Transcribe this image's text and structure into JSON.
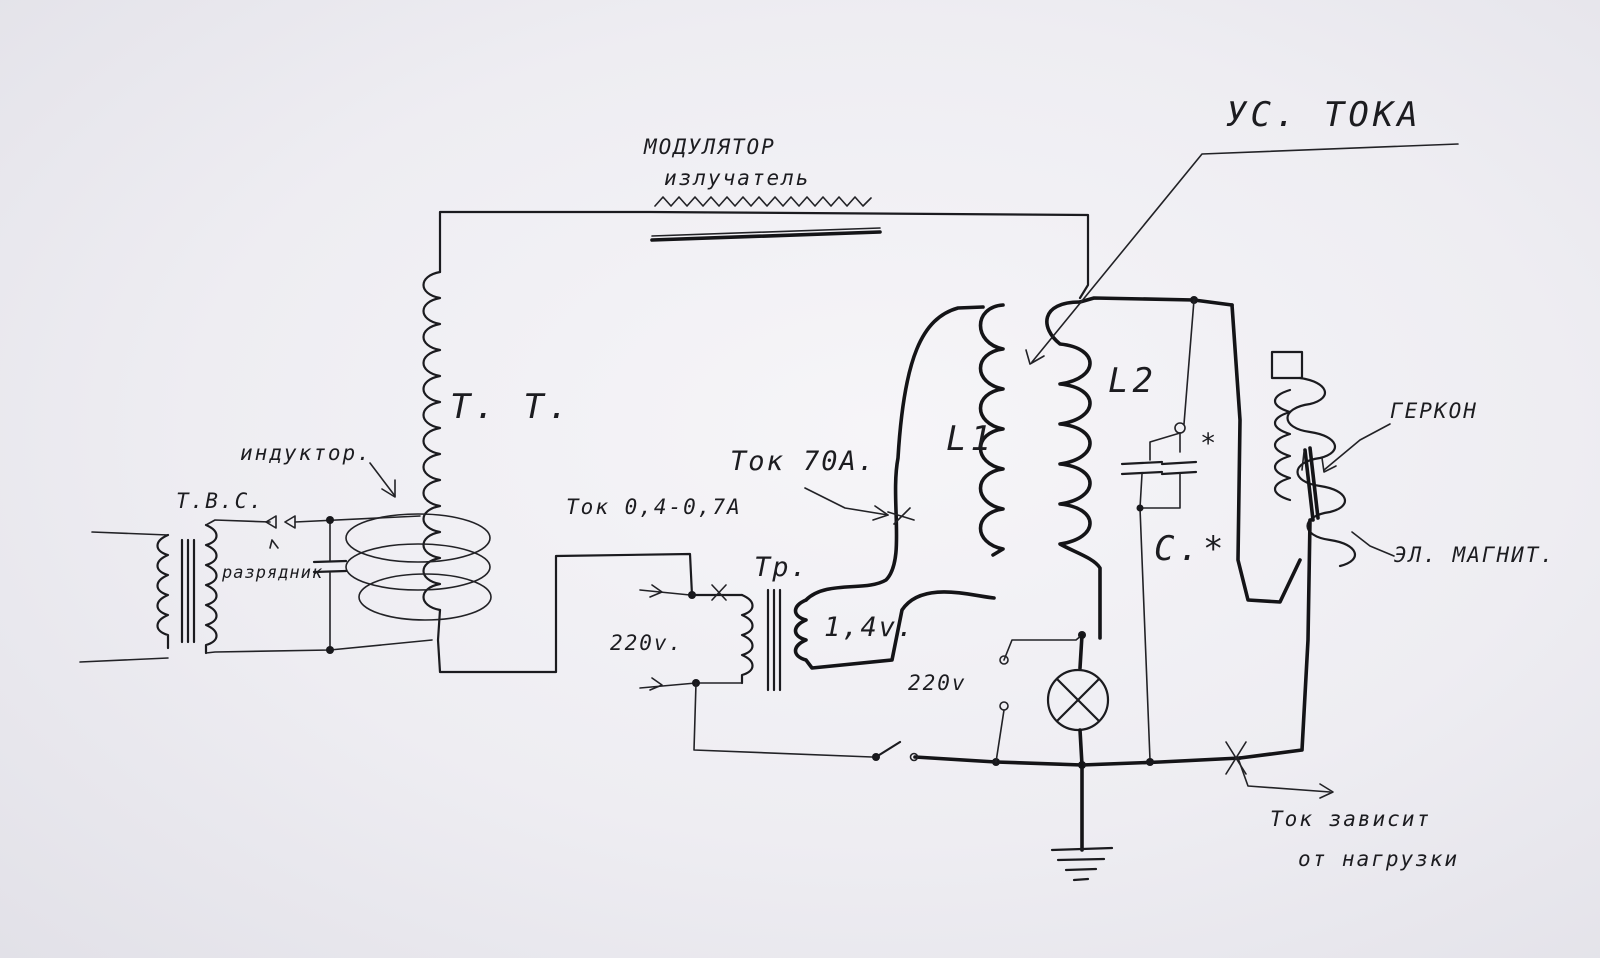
{
  "labels": {
    "modulator": "МОДУЛЯТОР",
    "emitter": "излучатель",
    "current_amp": "УС. ТОКА",
    "tt": "Т. Т.",
    "inductor": "индуктор.",
    "tvs": "Т.В.С.",
    "spark_gap": "разрядник",
    "current_70": "Ток 70А.",
    "current_04": "Ток 0,4-0,7А",
    "tr": "Тр.",
    "v14": "1,4v.",
    "v220_left": "220v.",
    "v220_right": "220v",
    "l1": "L1",
    "l2": "L2",
    "c_star": "С.*",
    "star": "*",
    "gerkon": "ГЕРКОН",
    "el_magnet": "ЭЛ. МАГНИТ.",
    "load_current_1": "Ток зависит",
    "load_current_2": "от нагрузки"
  },
  "colors": {
    "ink": "#1b1b1f",
    "paper": "#f4f3f6"
  }
}
